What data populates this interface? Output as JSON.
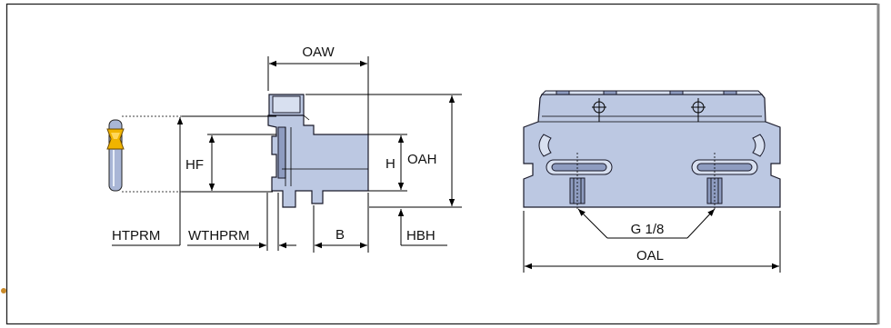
{
  "labels": {
    "oaw": "OAW",
    "oah": "OAH",
    "hf": "HF",
    "h": "H",
    "b": "B",
    "hbh": "HBH",
    "htprm": "HTPRM",
    "wthprm": "WTHPRM",
    "g18": "G 1/8",
    "oal": "OAL"
  },
  "colors": {
    "body": "#bcc8e2",
    "insert": "#f0b400",
    "tool": "#a9b6d6"
  },
  "icons": [
    "insert-icon",
    "thread-symbol-icon"
  ]
}
